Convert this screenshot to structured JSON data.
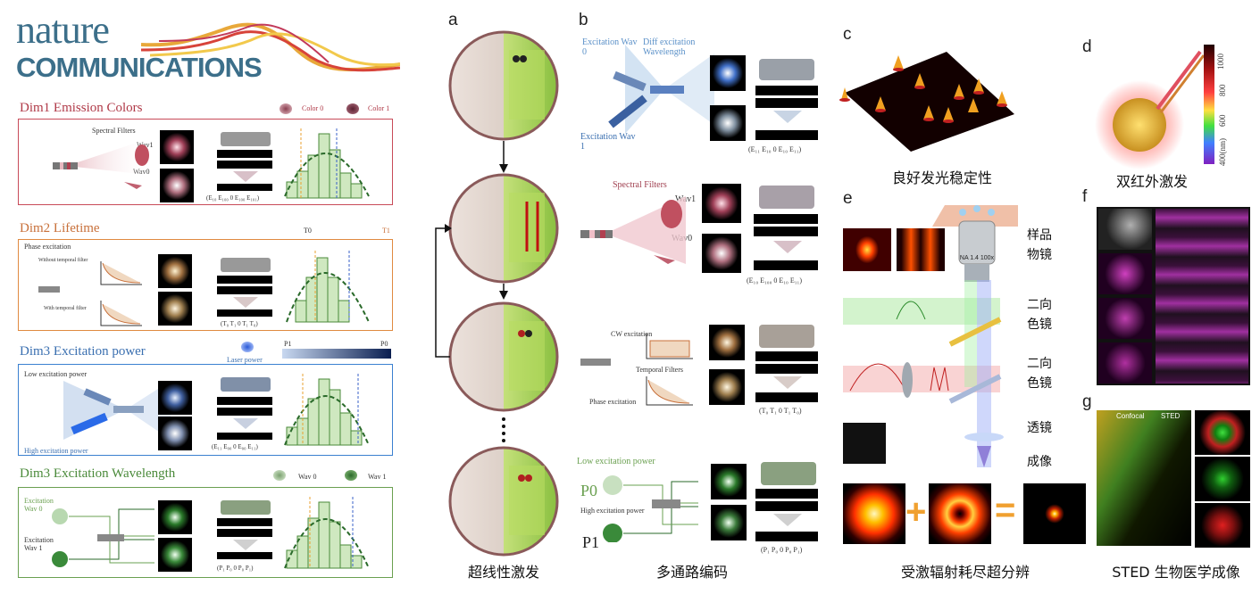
{
  "logo": {
    "line1": "nature",
    "line2": "COMMUNICATIONS"
  },
  "dims": [
    {
      "title": "Dim1 Emission Colors",
      "color": "#b03a48",
      "legend": [
        "Color 0",
        "Color 1"
      ],
      "text1": "Spectral Filters",
      "text2": "Wav1",
      "text3": "Wav0",
      "code": "(E₁₀ E₁₀₀ 0 E₁₀₀ E₁₀₁)"
    },
    {
      "title": "Dim2 Lifetime",
      "color": "#c8703a",
      "legend": [
        "T0",
        "T1"
      ],
      "text1": "Phase excitation",
      "text2": "Without temporal filter",
      "text3": "With temporal filter",
      "code": "(T₀ T₁ 0 T₁ T₀)"
    },
    {
      "title": "Dim3 Excitation power",
      "color": "#3a6fb0",
      "legend": [
        "P1",
        "P0",
        "Laser power"
      ],
      "text1": "Low excitation power",
      "text2": "High excitation power",
      "code": "(E₁₁ E₀₀ 0 E₀₀ E₁₁)"
    },
    {
      "title": "Dim3 Excitation Wavelength",
      "color": "#4a8a3a",
      "legend": [
        "Wav 0",
        "Wav 1"
      ],
      "text1": "Excitation Wav 0",
      "text2": "Excitation Wav 1",
      "code": "(P₁ P₀ 0 P₀ P₁)"
    }
  ],
  "panels": {
    "a": {
      "letter": "a",
      "caption": "超线性激发"
    },
    "b": {
      "letter": "b",
      "caption": "多通路编码",
      "r1": {
        "exc0": "Excitation Wav 0",
        "diff": "Diff excitation Wavelength",
        "exc1": "Excitation Wav 1",
        "code": "(E₁₁ E₁₀ 0 E₁₀ E₁₁)"
      },
      "r2": {
        "filters": "Spectral Filters",
        "wav1": "Wav1",
        "wav0": "Wav0",
        "code": "(E₁₀ E₁₀₀ 0 E₁₀ E₁₁)"
      },
      "r3": {
        "cw": "CW excitation",
        "temporal": "Temporal Filters",
        "phase": "Phase excitation",
        "code": "(T₀ T₁ 0 T₁ T₀)"
      },
      "r4": {
        "low": "Low excitation power",
        "p0": "P0",
        "high": "High excitation power",
        "p1": "P1",
        "code": "(P₁ P₀ 0 P₀ P₁)"
      }
    },
    "c": {
      "letter": "c",
      "caption": "良好发光稳定性"
    },
    "d": {
      "letter": "d",
      "caption": "双红外激发",
      "scale_top": "1000",
      "scale_mid": "800",
      "scale_low": "600",
      "scale_unit": "400(nm)"
    },
    "e": {
      "letter": "e",
      "caption": "受激辐射耗尽超分辨",
      "labels": [
        "样品",
        "物镜",
        "二向",
        "色镜",
        "二向",
        "色镜",
        "透镜",
        "成像"
      ],
      "objective": "NA 1.4 100x",
      "plus": "+",
      "equals": "="
    },
    "f": {
      "letter": "f"
    },
    "g": {
      "letter": "g",
      "caption": "STED 生物医学成像",
      "confocal": "Confocal",
      "sted": "STED"
    }
  },
  "colors": {
    "green": "#c9e77a",
    "sphere": "#e6dcd6",
    "rim": "#7a4a4a"
  }
}
